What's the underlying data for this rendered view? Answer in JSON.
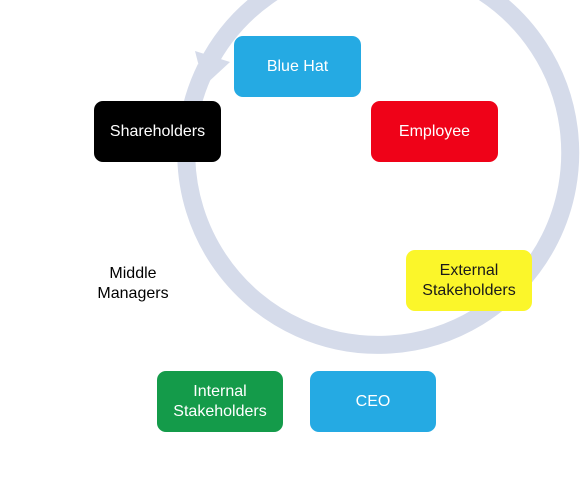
{
  "diagram": {
    "type": "cycle",
    "ring_color": "#d5dbea",
    "nodes": [
      {
        "id": "blue-hat",
        "label": "Blue Hat",
        "fill": "#25aae3",
        "text_color": "#ffffff"
      },
      {
        "id": "employee",
        "label": "Employee",
        "fill": "#ef0218",
        "text_color": "#ffffff"
      },
      {
        "id": "external",
        "label": "External\nStakeholders",
        "fill": "#fbf62a",
        "text_color": "#1a1a1a"
      },
      {
        "id": "ceo",
        "label": "CEO",
        "fill": "#25aae3",
        "text_color": "#ffffff"
      },
      {
        "id": "internal",
        "label": "Internal\nStakeholders",
        "fill": "#149b4a",
        "text_color": "#ffffff"
      },
      {
        "id": "middle",
        "label": "Middle\nManagers",
        "fill": "",
        "text_color": "#000000"
      },
      {
        "id": "shareholders",
        "label": "Shareholders",
        "fill": "#000000",
        "text_color": "#ffffff"
      }
    ]
  }
}
